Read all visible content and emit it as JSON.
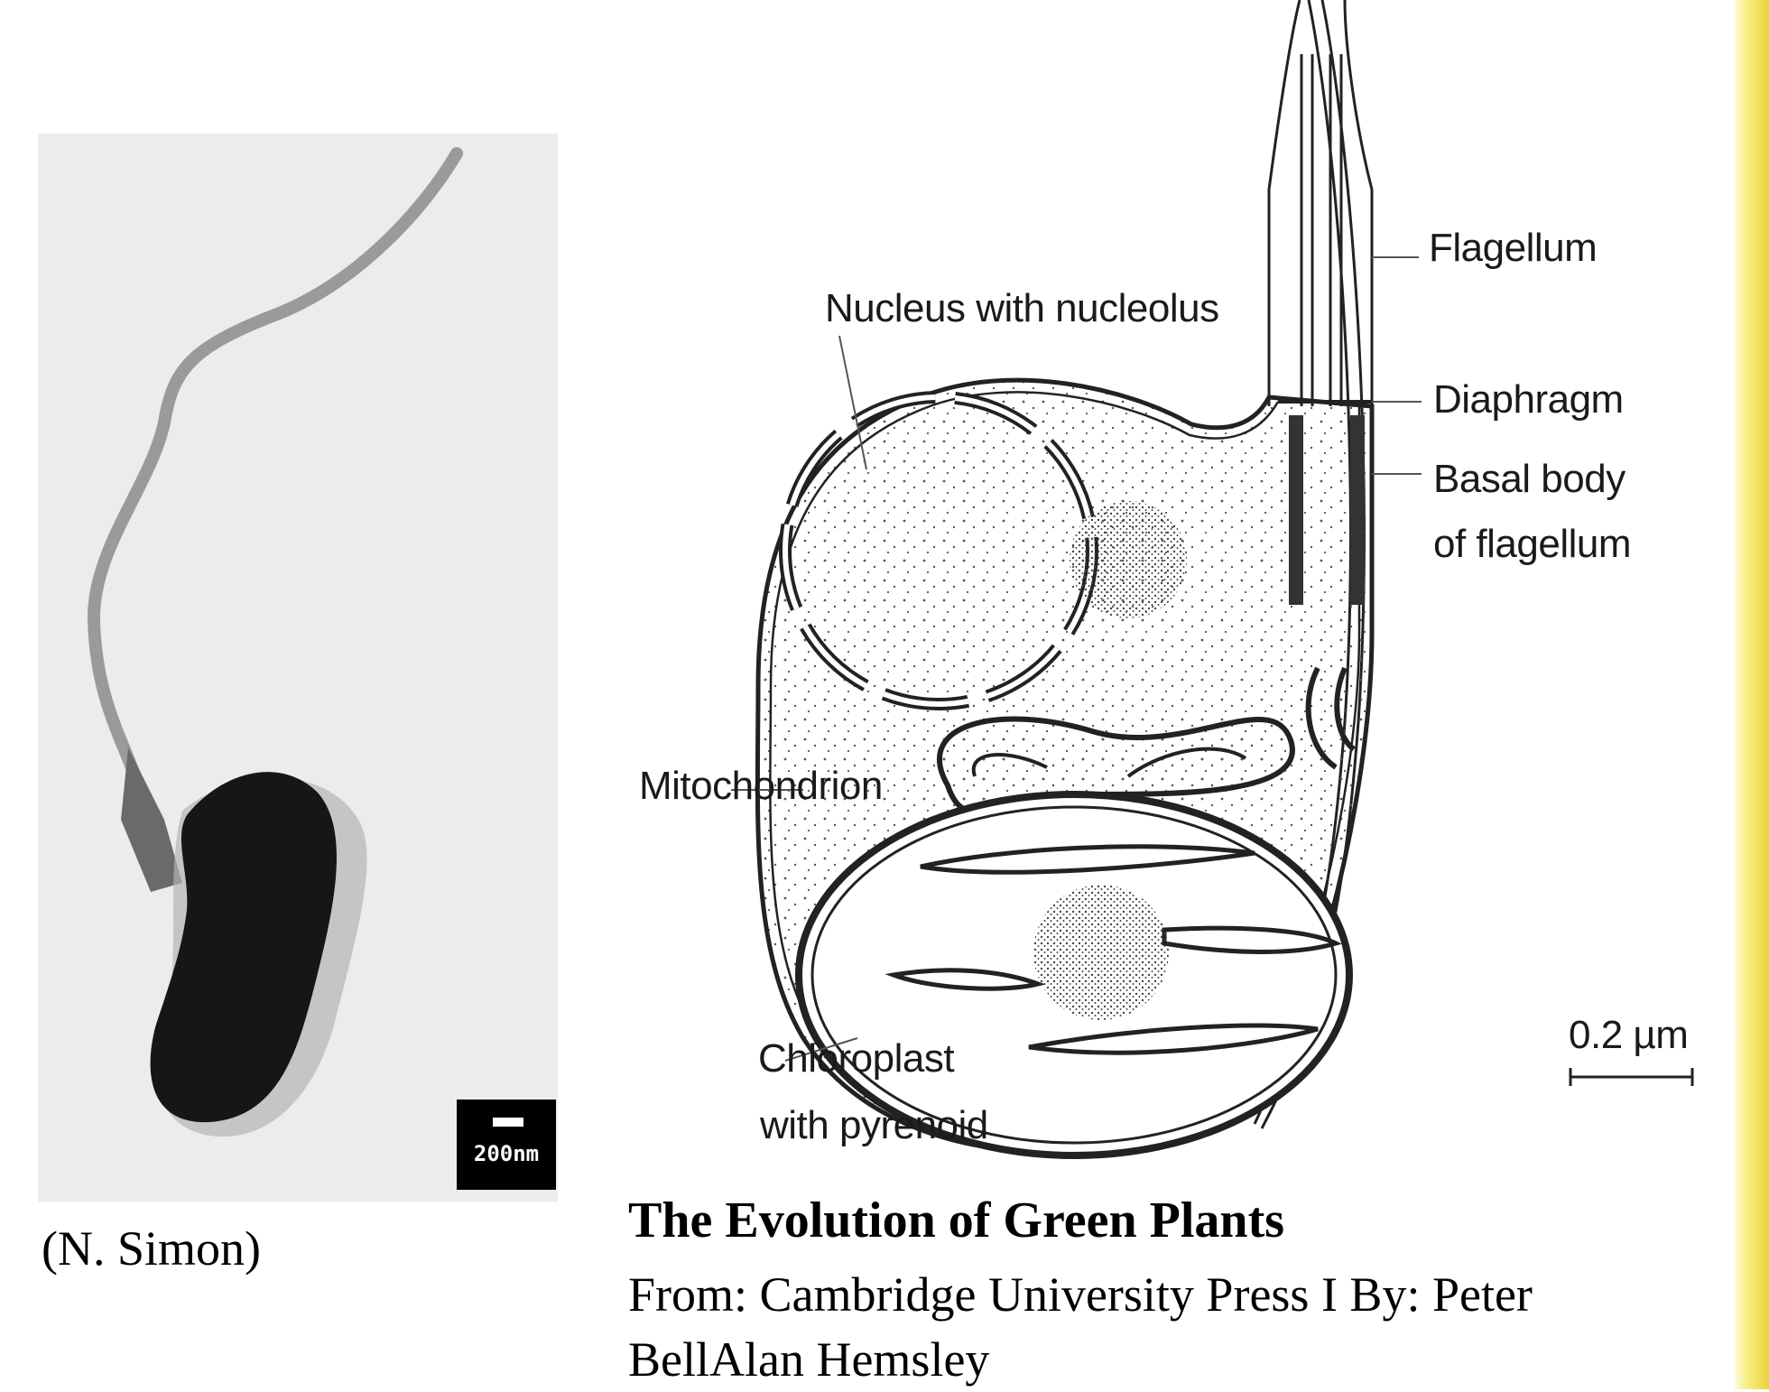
{
  "photo": {
    "scale_label": "200nm",
    "credit": "(N. Simon)"
  },
  "diagram": {
    "labels": {
      "flagellum": "Flagellum",
      "nucleus": "Nucleus with nucleolus",
      "diaphragm": "Diaphragm",
      "basal_body_1": "Basal body",
      "basal_body_2": "of flagellum",
      "mitochondrion": "Mitochondrion",
      "chloroplast_1": "Chloroplast",
      "chloroplast_2": "with pyrenoid",
      "scale": "0.2 µm"
    }
  },
  "caption": {
    "title": "The Evolution of Green Plants",
    "source": "From: Cambridge University Press I By: Peter BellAlan Hemsley"
  },
  "colors": {
    "accent_stripe": "#e8d53a"
  }
}
